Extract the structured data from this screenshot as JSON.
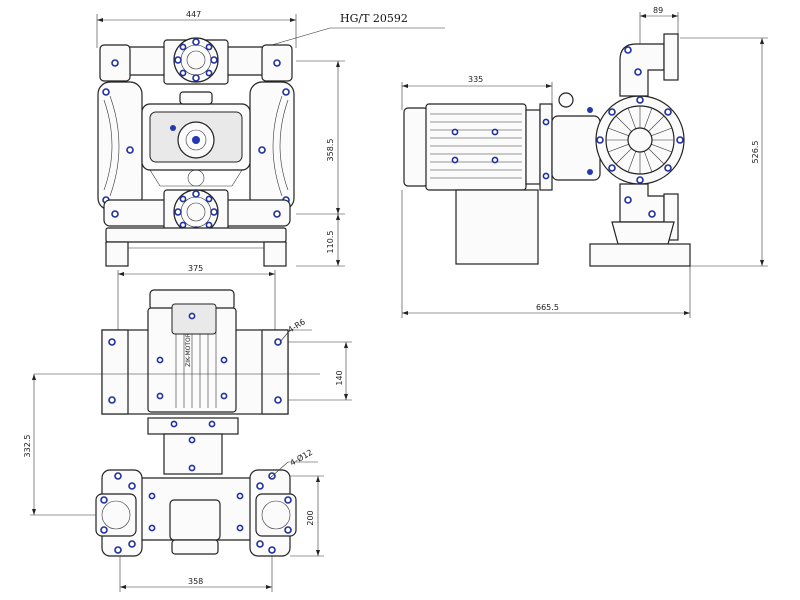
{
  "standard": "HG/T 20592",
  "front_view": {
    "width": "447",
    "height_body": "358.5",
    "height_base": "110.5"
  },
  "side_view": {
    "length_motor": "335",
    "flange_width": "89",
    "height_total": "526.5",
    "length_total": "665.5"
  },
  "top_view": {
    "frame_width": "375",
    "motor_bolts": "4-R6",
    "motor_mount_depth": "140",
    "inlet_offset": "332.5",
    "flange_bolts": "4-Ø12",
    "flange_spacing": "200",
    "base_width": "358",
    "motor_label": "ZIK-MOTOR"
  }
}
